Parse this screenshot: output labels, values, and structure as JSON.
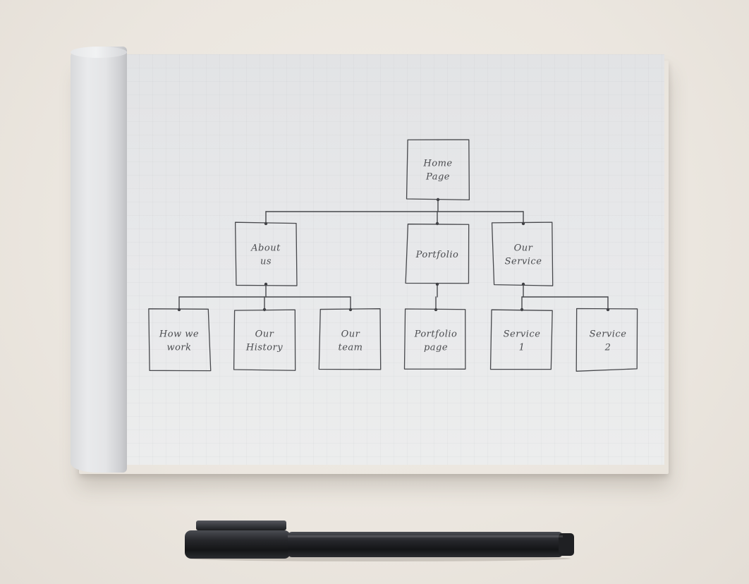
{
  "sitemap": {
    "root": {
      "label": [
        "Home",
        "Page"
      ]
    },
    "sections": [
      {
        "label": [
          "About",
          "us"
        ],
        "children": [
          {
            "label": [
              "How we",
              "work"
            ]
          },
          {
            "label": [
              "Our",
              "History"
            ]
          },
          {
            "label": [
              "Our",
              "team"
            ]
          }
        ]
      },
      {
        "label": [
          "Portfolio"
        ],
        "children": [
          {
            "label": [
              "Portfolio",
              "page"
            ]
          }
        ]
      },
      {
        "label": [
          "Our",
          "Service"
        ],
        "children": [
          {
            "label": [
              "Service",
              "1"
            ]
          },
          {
            "label": [
              "Service",
              "2"
            ]
          }
        ]
      }
    ]
  },
  "colors": {
    "ink": "#47484c",
    "paper": "#e6e7e9",
    "background": "#ece7e0",
    "pen_body": "#1b1c1f"
  },
  "objects": [
    "notepad",
    "marker-pen"
  ]
}
